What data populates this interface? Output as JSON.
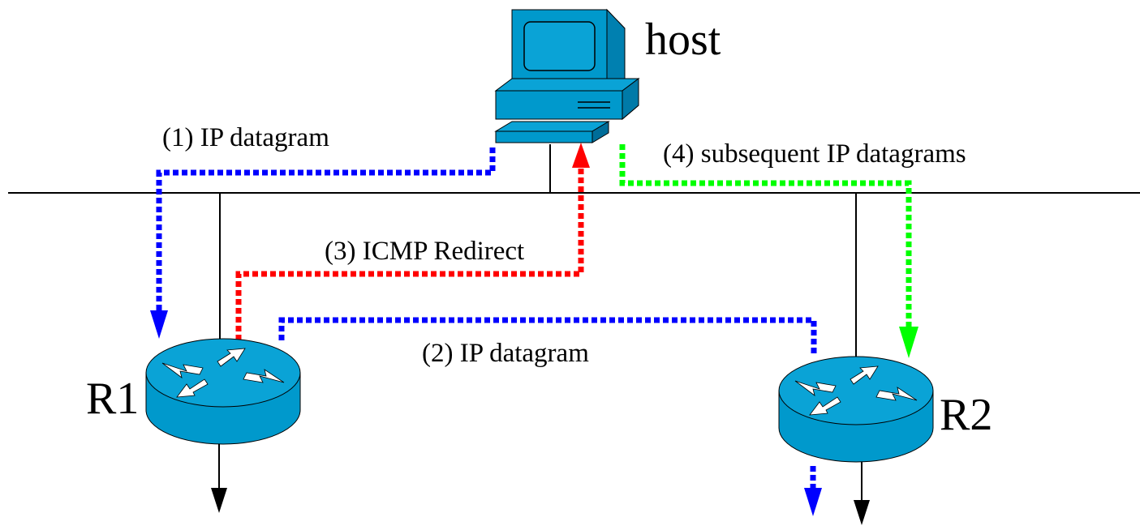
{
  "nodes": {
    "host": {
      "label": "host",
      "icon": "desktop-computer-icon"
    },
    "r1": {
      "label": "R1",
      "icon": "router-icon"
    },
    "r2": {
      "label": "R2",
      "icon": "router-icon"
    }
  },
  "flows": [
    {
      "id": "flow-1",
      "label": "(1) IP datagram",
      "color": "#0000ff"
    },
    {
      "id": "flow-2",
      "label": "(2) IP datagram",
      "color": "#0000ff"
    },
    {
      "id": "flow-3",
      "label": "(3) ICMP Redirect",
      "color": "#ff0000"
    },
    {
      "id": "flow-4",
      "label": "(4) subsequent IP datagrams",
      "color": "#00ff00"
    }
  ],
  "colors": {
    "device_fill": "#0099cc",
    "device_dark": "#006d99",
    "network_line": "#000000"
  }
}
